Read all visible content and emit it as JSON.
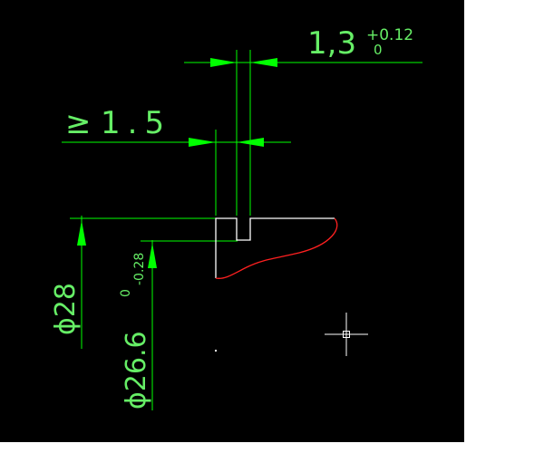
{
  "drawing": {
    "background_color": "#000000",
    "dimension_color": "#00ff00",
    "dimension_text_color": "#66ee66",
    "geometry_color": "#ffffff",
    "profile_color": "#ff2020",
    "crosshair_color": "#ffffff"
  },
  "dimensions": {
    "groove_width": {
      "value": "1,3",
      "upper_tol": "+0.12",
      "lower_tol": "0"
    },
    "min_offset": {
      "prefix": "≥",
      "value": "1.5"
    },
    "outer_diameter": {
      "label": "ϕ28"
    },
    "groove_diameter": {
      "label": "ϕ26.6",
      "upper_tol": "0",
      "lower_tol": "-0.28"
    }
  }
}
